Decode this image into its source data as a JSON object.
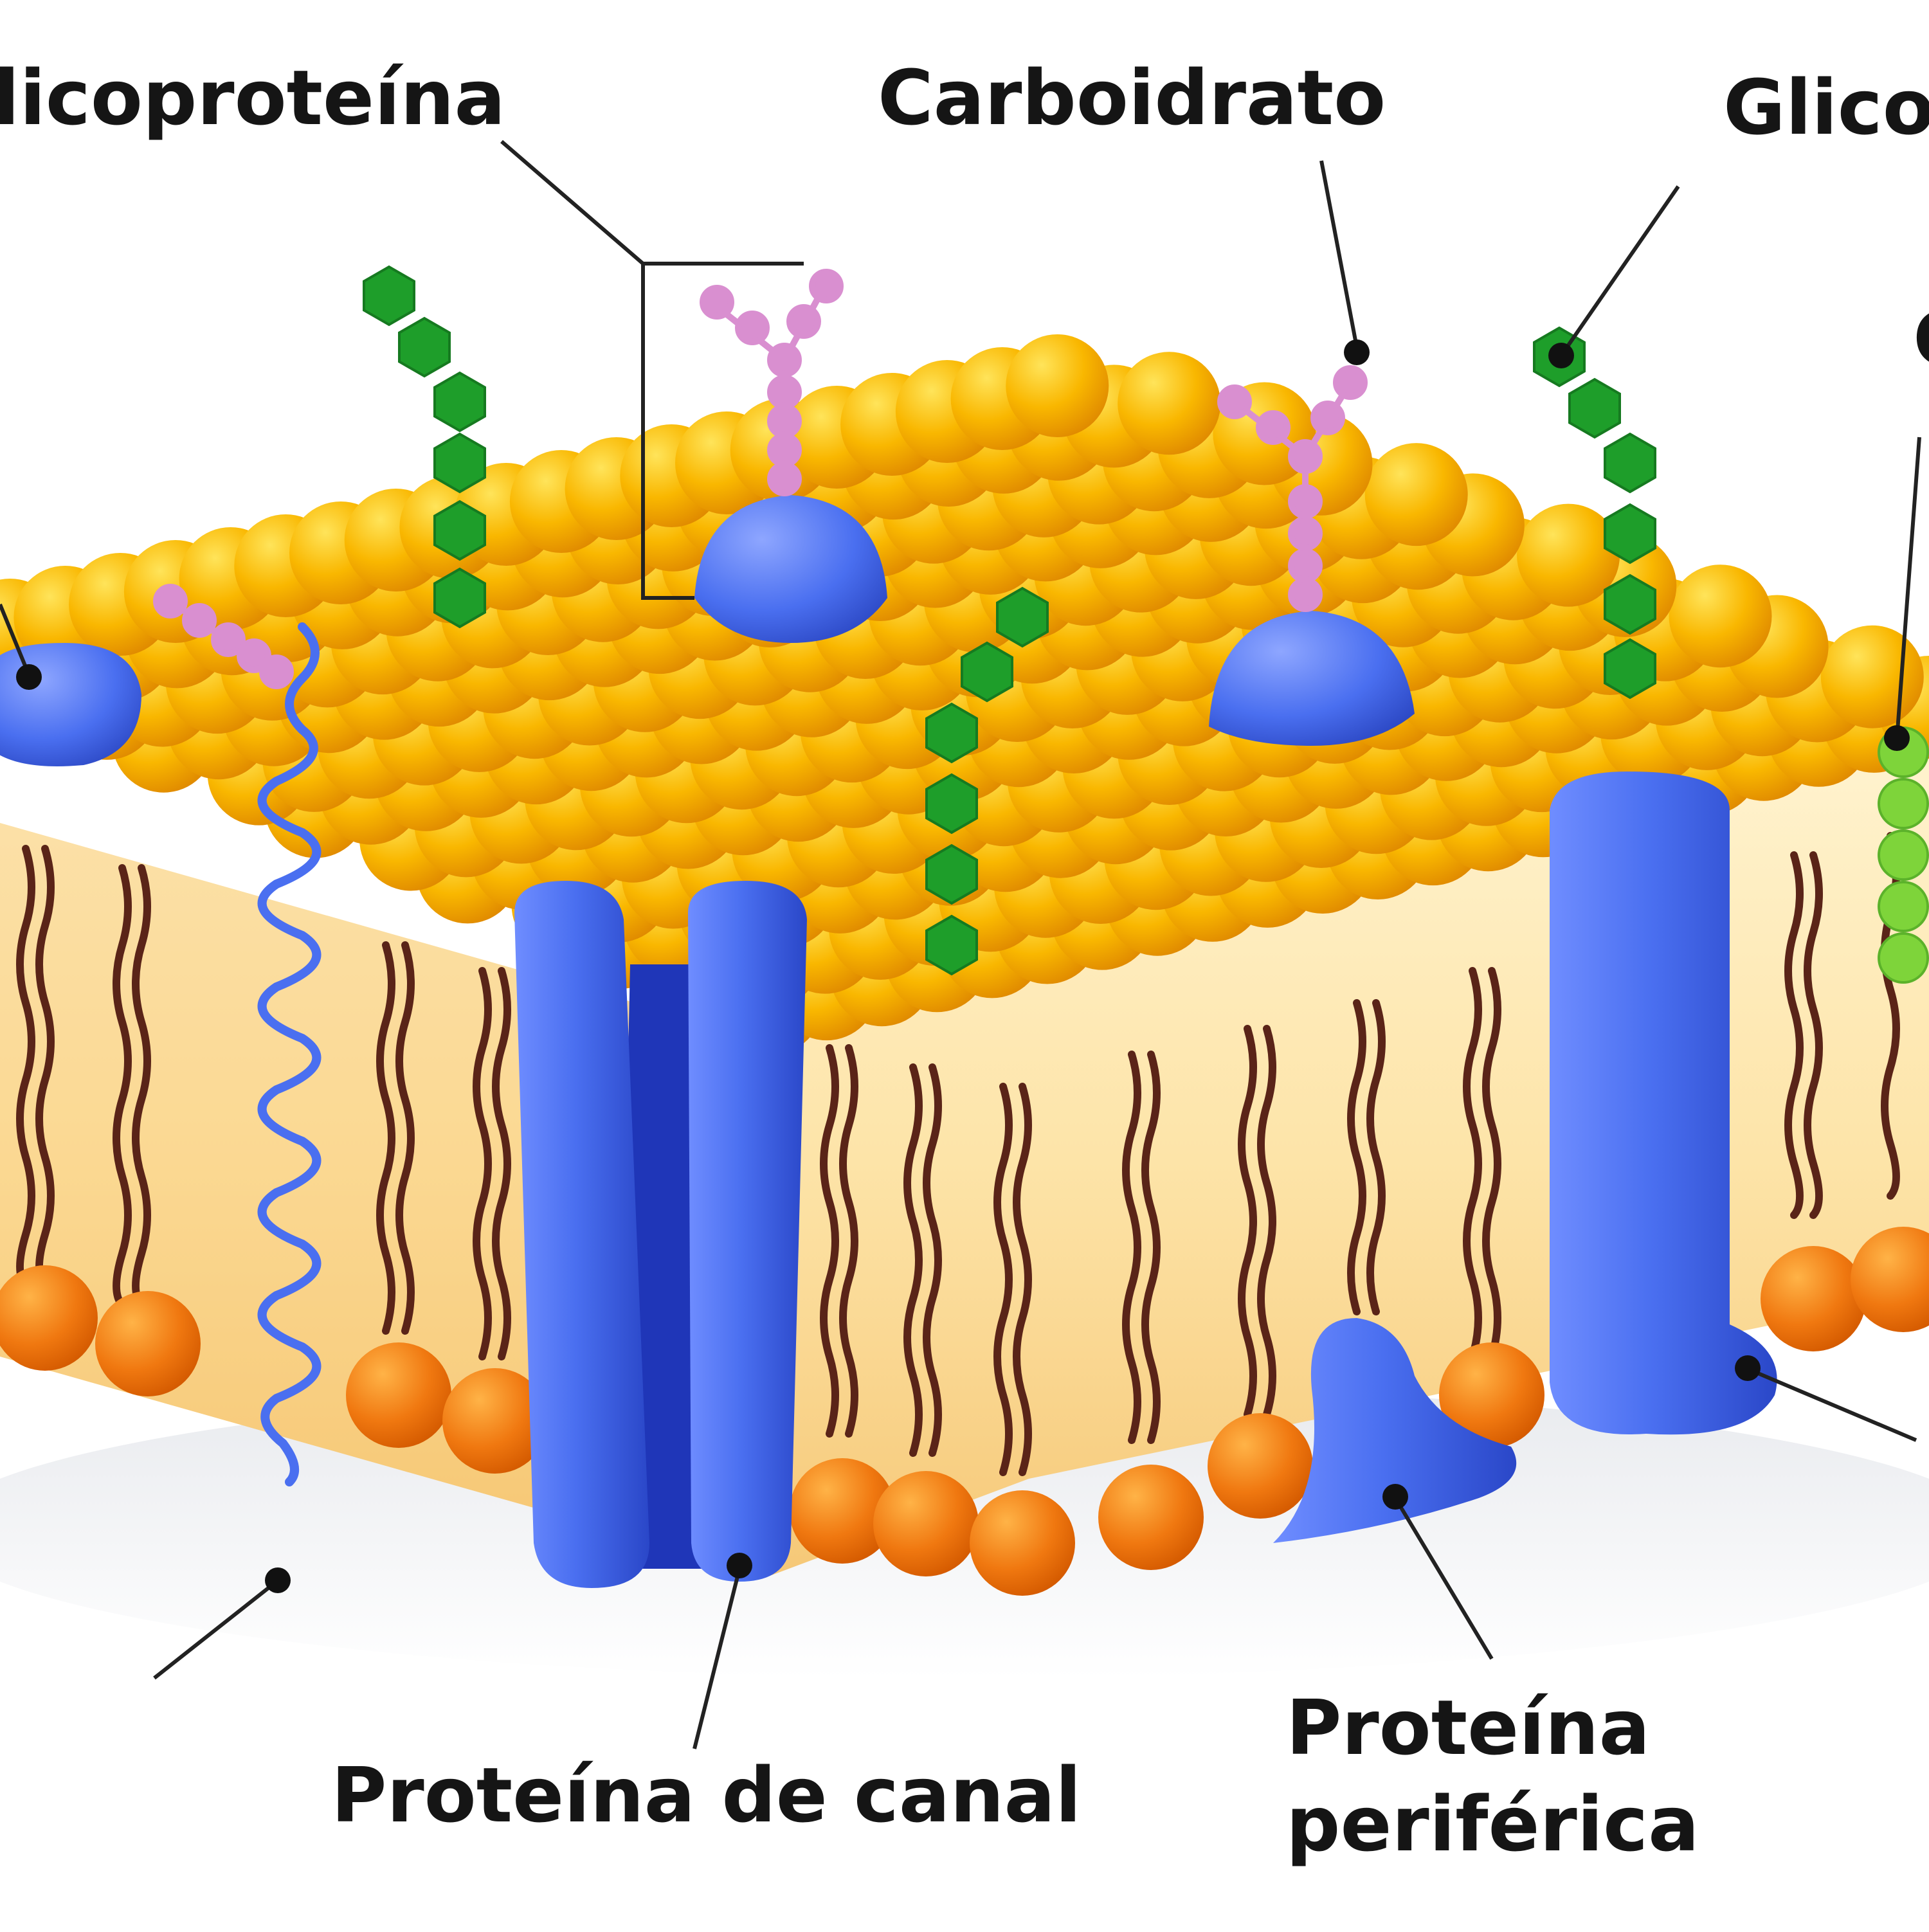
{
  "labels": {
    "glicoproteina_left": "licoproteína",
    "carboidrato": "Carboidrato",
    "glico_right": "Glico",
    "c_fragment": "C",
    "canal": "Proteína de canal",
    "periferica_line1": "Proteína",
    "periferica_line2": "periférica"
  },
  "colors": {
    "head_top": "#f5b400",
    "head_bottom": "#f07a10",
    "protein": "#4a6ff0",
    "protein_dark": "#1f36b8",
    "glycolipid": "#1e9e2a",
    "cholesterol": "#7ed43a",
    "carbohydrate": "#d98fd0",
    "tail": "#5a2418",
    "label_text": "#151515"
  }
}
